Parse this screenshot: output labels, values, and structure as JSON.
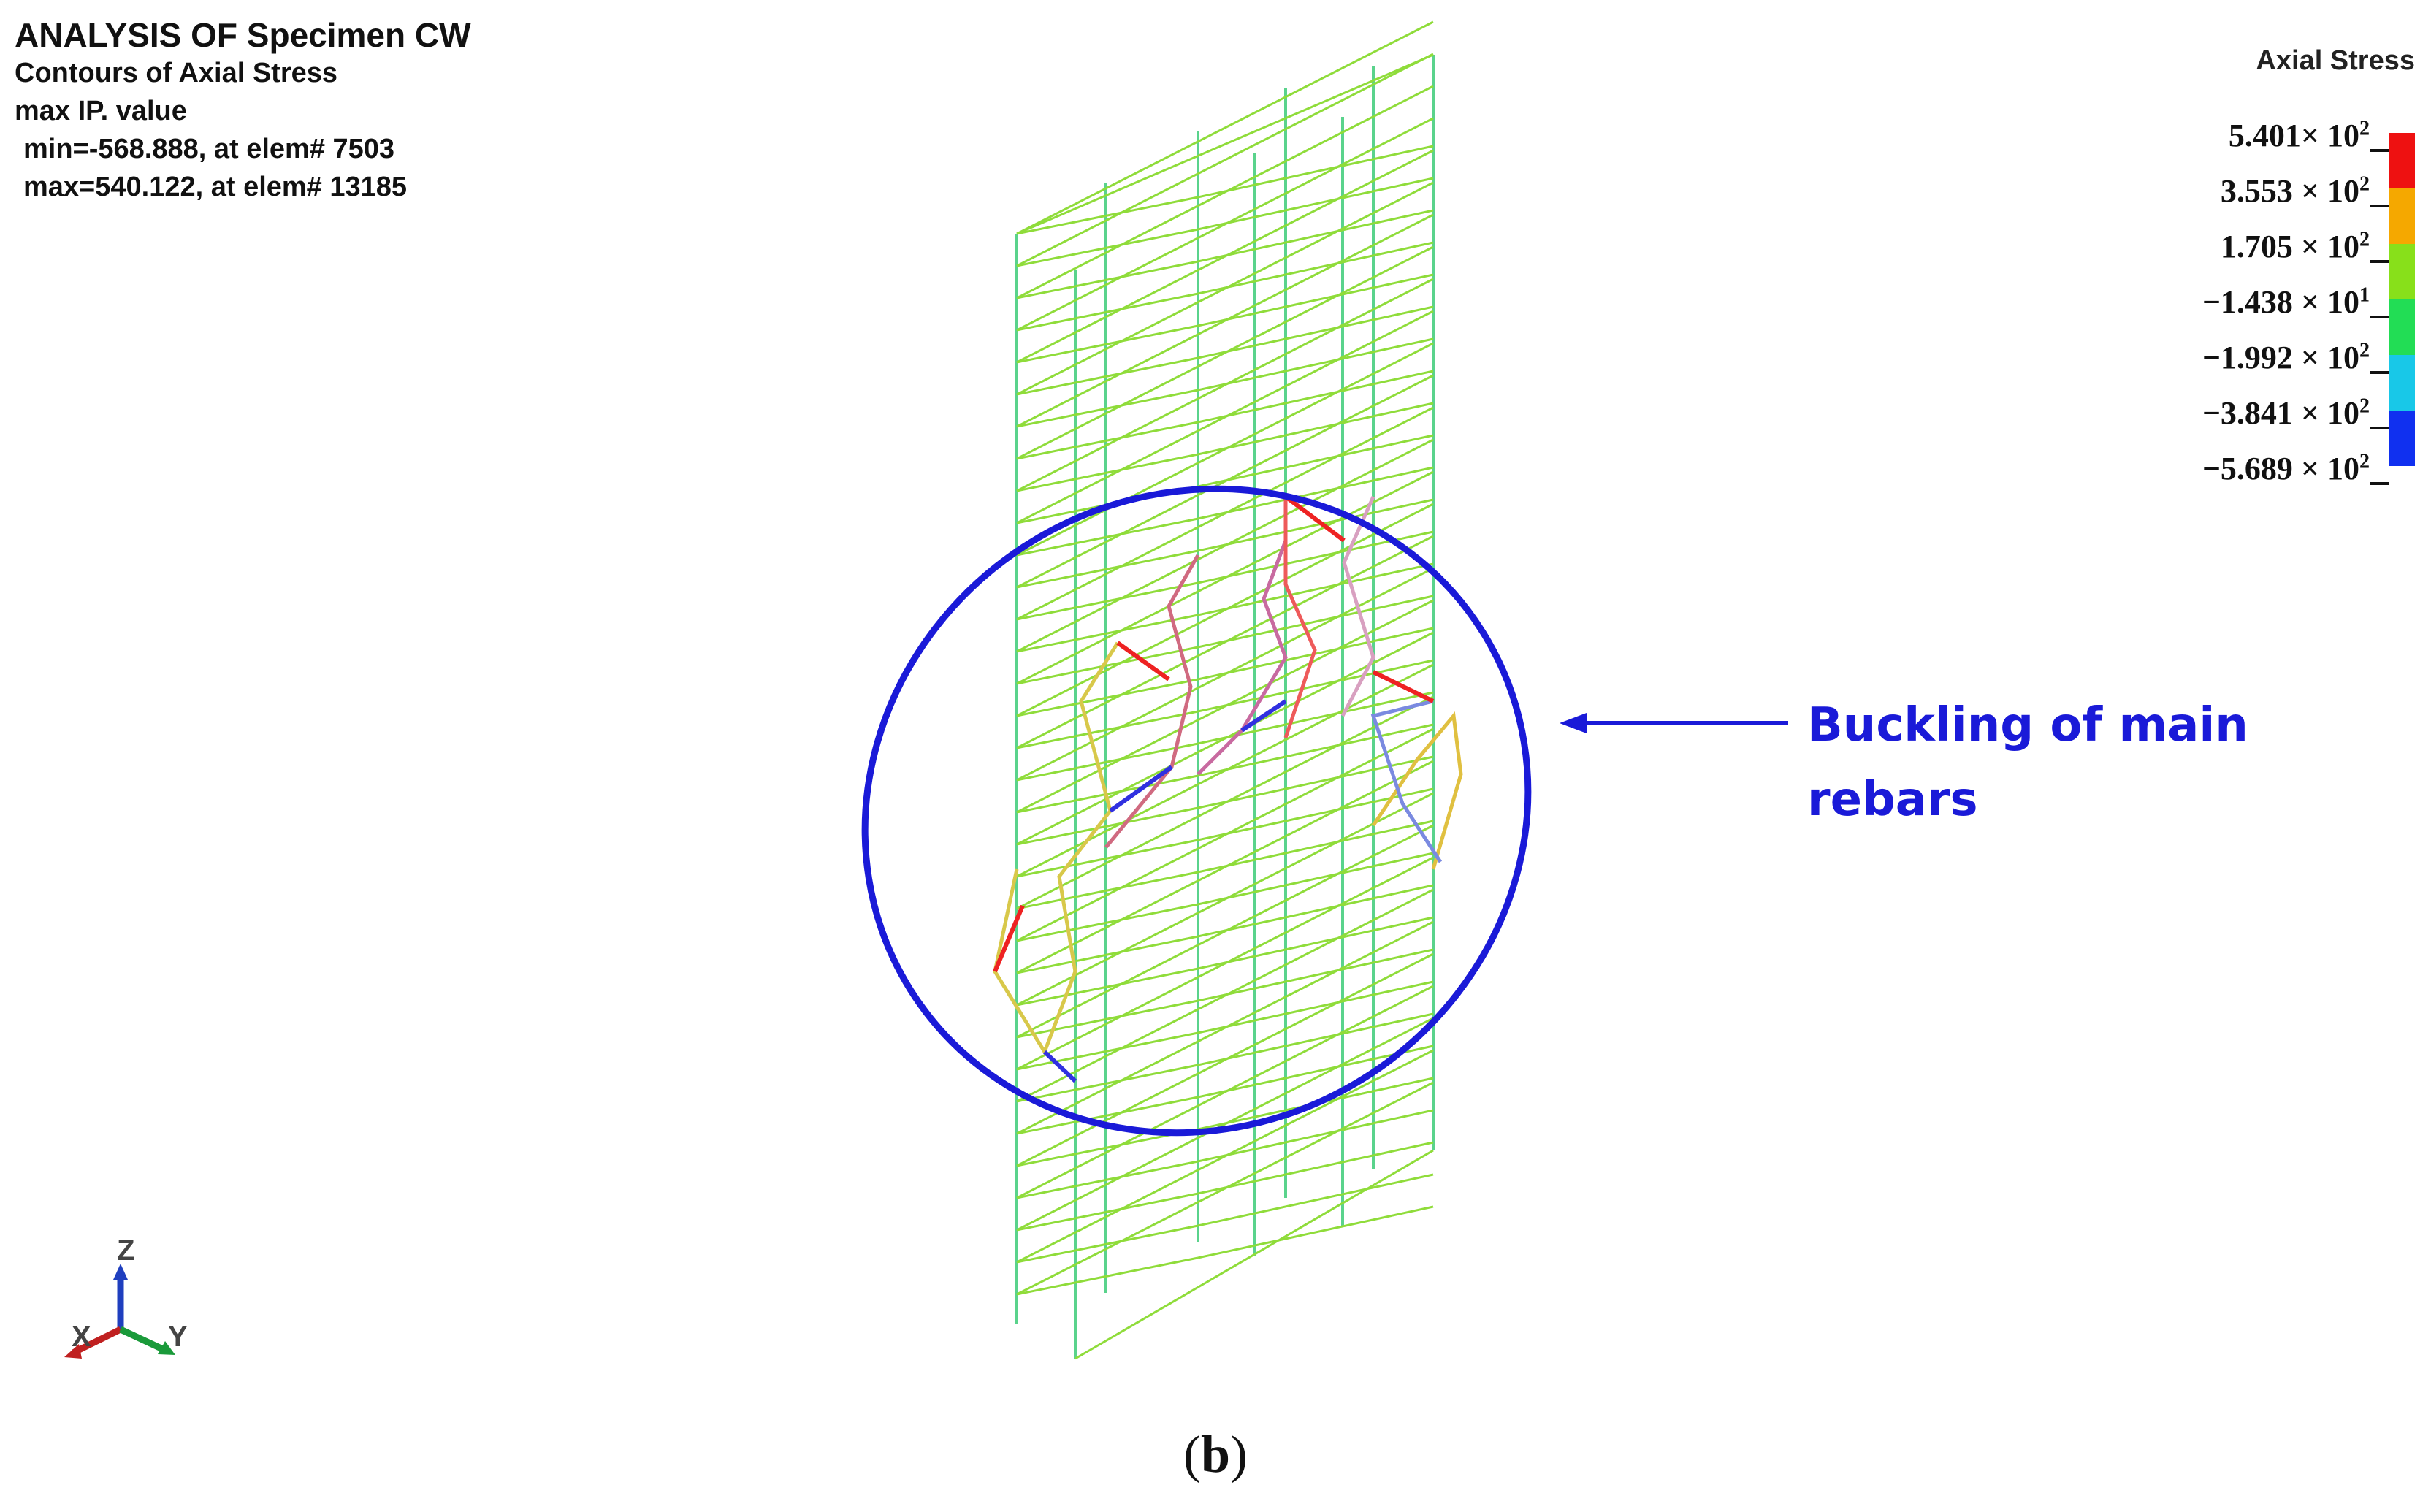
{
  "header": {
    "title": "ANALYSIS OF Specimen CW",
    "line1": "Contours of Axial Stress",
    "line2": "max IP. value",
    "line3": "min=-568.888, at elem# 7503",
    "line4": "max=540.122, at elem# 13185"
  },
  "legend": {
    "title": "Axial Stress",
    "labels": [
      {
        "mantissa": "5.401× 10",
        "exp": "2"
      },
      {
        "mantissa": "3.553 × 10",
        "exp": "2"
      },
      {
        "mantissa": "1.705 × 10",
        "exp": "2"
      },
      {
        "mantissa": "−1.438 × 10",
        "exp": "1"
      },
      {
        "mantissa": "−1.992 × 10",
        "exp": "2"
      },
      {
        "mantissa": "−3.841 × 10",
        "exp": "2"
      },
      {
        "mantissa": "−5.689 × 10",
        "exp": "2"
      }
    ],
    "colors": [
      "#ee1111",
      "#f5a800",
      "#88e01a",
      "#22dd55",
      "#18c8e8",
      "#1030f0"
    ]
  },
  "annotation": {
    "text_line1": "Buckling of main",
    "text_line2": "rebars",
    "color": "#1a1ad8"
  },
  "axes": {
    "z": "Z",
    "x": "X",
    "y": "Y"
  },
  "caption": {
    "label": "b"
  },
  "colors": {
    "mesh": "#8fdc3a",
    "mesh_alt": "#5ad38c",
    "tension": "#ee2222",
    "compression": "#3030e0",
    "ellipse": "#1a1ad8"
  }
}
